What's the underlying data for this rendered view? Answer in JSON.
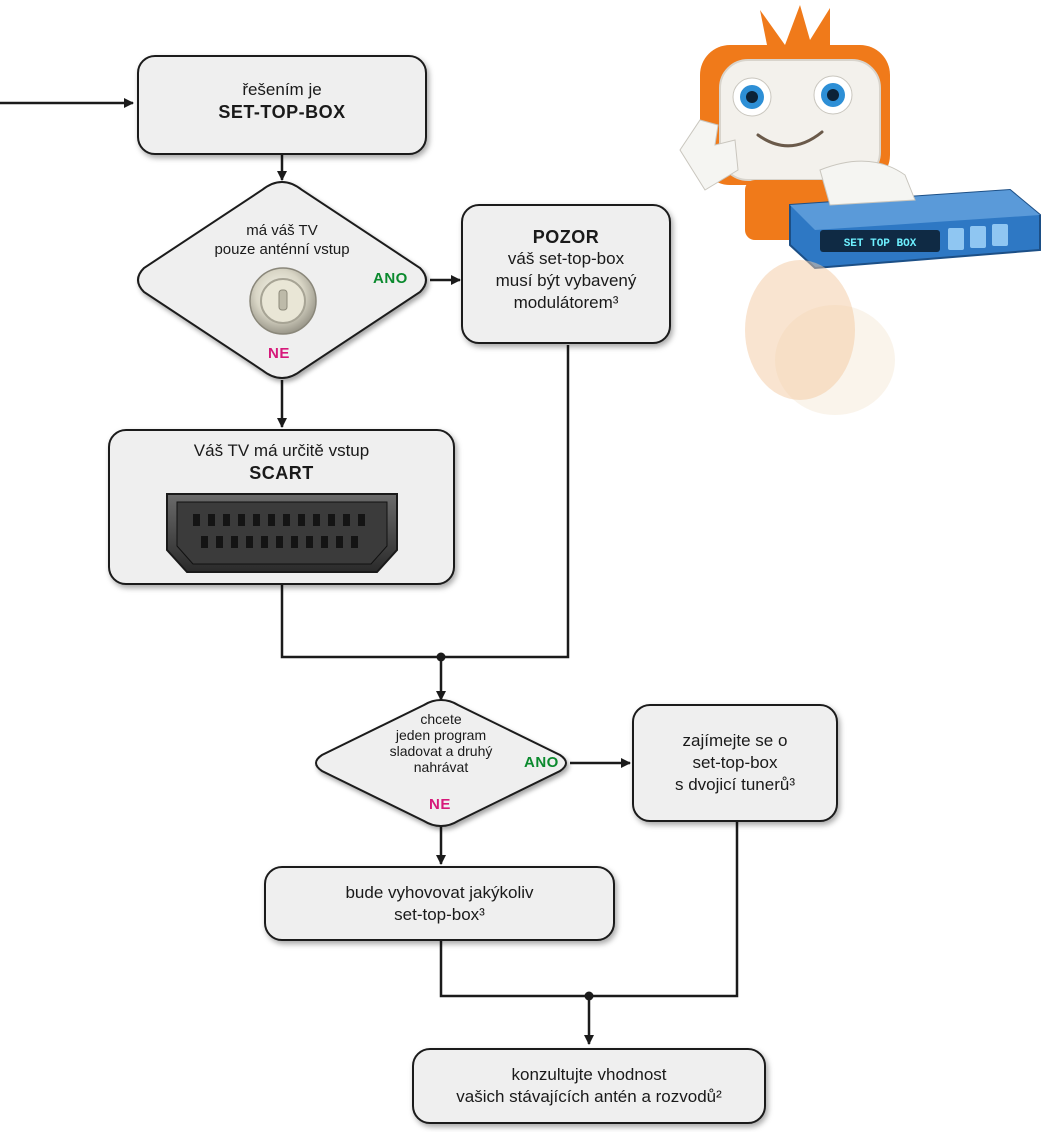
{
  "boxes": {
    "set_top_box": {
      "line1": "řešením je",
      "line2": "SET-TOP-BOX"
    },
    "pozor": {
      "title": "POZOR",
      "line1": "váš set-top-box",
      "line2": "musí být vybavený",
      "line3": "modulátorem³"
    },
    "scart": {
      "line1": "Váš TV má určitě vstup",
      "line2": "SCART"
    },
    "dual_tuner": {
      "line1": "zajímejte se o",
      "line2": "set-top-box",
      "line3": "s dvojicí tunerů³"
    },
    "any_box": {
      "line1": "bude vyhovovat jakýkoliv",
      "line2": "set-top-box³"
    },
    "consult": {
      "line1": "konzultujte vhodnost",
      "line2": "vašich stávajících antén a rozvodů²"
    }
  },
  "decisions": {
    "antenna": {
      "line1": "má váš TV",
      "line2": "pouze anténní vstup",
      "yes": "ANO",
      "no": "NE"
    },
    "record": {
      "line1": "chcete",
      "line2": "jeden program",
      "line3": "sladovat a druhý",
      "line4": "nahrávat",
      "yes": "ANO",
      "no": "NE"
    }
  },
  "mascot": {
    "screen_text": "SET TOP BOX"
  },
  "colors": {
    "yes": "#0b8a2e",
    "no": "#d6197a",
    "box_fill": "#efefef",
    "mascot_orange": "#f07a1a",
    "device_blue": "#2e78c4"
  }
}
